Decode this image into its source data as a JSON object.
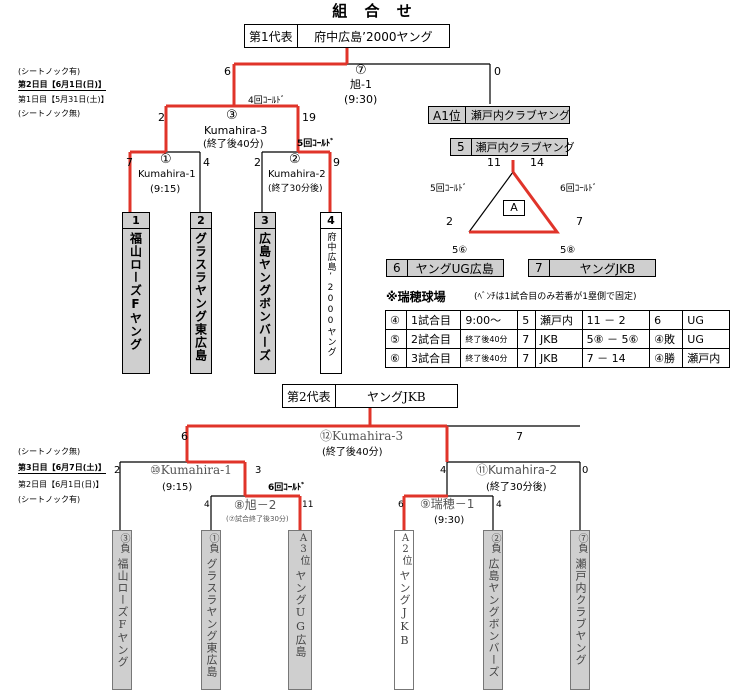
{
  "title": "組 合 せ",
  "top": {
    "rep1_label": "第1代表",
    "rep1_value": "府中広島’2000ヤング",
    "notes": [
      "(シートノック有)",
      "第2日目【6月1日(日)】",
      "第1日目【5月31日(土)】",
      "(シートノック無)"
    ],
    "g7": {
      "circle": "⑦",
      "name": "旭-1",
      "time": "(9:30)",
      "left": "6",
      "right": "0"
    },
    "g3": {
      "circle": "③",
      "name": "Kumahira-3",
      "time": "(終了後40分)",
      "left": "2",
      "right": "19",
      "note": "4回ｺｰﾙﾄﾞ"
    },
    "g1": {
      "circle": "①",
      "name": "Kumahira-1",
      "time": "(9:15)",
      "left": "7",
      "right": "4"
    },
    "g2": {
      "circle": "②",
      "name": "Kumahira-2",
      "time": "(終了30分後)",
      "left": "2",
      "right": "9",
      "note": "5回ｺｰﾙﾄﾞ"
    },
    "teams": [
      {
        "num": "1",
        "name": "福山ローズFヤング"
      },
      {
        "num": "2",
        "name": "グラスラヤング東広島"
      },
      {
        "num": "3",
        "name": "広島ヤングボンバーズ"
      },
      {
        "num": "4",
        "name": "府中広島’2000ヤング"
      }
    ],
    "a1_label": "A1位",
    "a1_value": "瀬戸内クラブヤング"
  },
  "league": {
    "top_num": "5",
    "top_team": "瀬戸内クラブヤング",
    "center": "A",
    "s_11": "11",
    "s_14": "14",
    "s_2": "2",
    "s_7": "7",
    "left_note": "5回ｺｰﾙﾄﾞ",
    "right_note": "6回ｺｰﾙﾄﾞ",
    "bl_game": "5⑥",
    "br_game": "5⑧",
    "bl_num": "6",
    "bl_team": "ヤングUG広島",
    "br_num": "7",
    "br_team": "ヤングJKB",
    "venue": "※瑞穂球場",
    "venue_note": "(ﾍﾞﾝﾁは1試合目のみ若番が1塁側で固定)",
    "rows": [
      [
        "④",
        "1試合目",
        "9:00～",
        "5",
        "瀬戸内",
        "11 － 2",
        "6",
        "UG"
      ],
      [
        "⑤",
        "2試合目",
        "終了後40分",
        "7",
        "JKB",
        "5⑧ － 5⑥",
        "④敗",
        "UG"
      ],
      [
        "⑥",
        "3試合目",
        "終了後40分",
        "7",
        "JKB",
        "7 － 14",
        "④勝",
        "瀬戸内"
      ]
    ]
  },
  "bottom": {
    "rep2_label": "第2代表",
    "rep2_value": "ヤングJKB",
    "notes": [
      "(シートノック無)",
      "第3日目【6月7日(土)】",
      "第2日目【6月1日(日)】",
      "(シートノック有)"
    ],
    "g12": {
      "name": "⑫Kumahira-3",
      "time": "(終了後40分)",
      "left": "6",
      "right": "7"
    },
    "g10": {
      "name": "⑩Kumahira-1",
      "time": "(9:15)",
      "left": "2",
      "right": "3"
    },
    "g11": {
      "name": "⑪Kumahira-2",
      "time": "(終了30分後)",
      "left": "4",
      "right": "0"
    },
    "g8": {
      "name": "⑧旭－2",
      "time": "(⑦試合終了後30分)",
      "left": "4",
      "right": "11",
      "note": "6回ｺｰﾙﾄﾞ"
    },
    "g9": {
      "name": "⑨瑞穂－1",
      "time": "(9:30)",
      "left": "6",
      "right": "4"
    },
    "teams": [
      {
        "num": "③負",
        "name": "福山ローズFヤング"
      },
      {
        "num": "①負",
        "name": "グラスラヤング東広島"
      },
      {
        "num": "A3位",
        "name": "ヤングUG広島"
      },
      {
        "num": "A2位",
        "name": "ヤングJKB"
      },
      {
        "num": "②負",
        "name": "広島ヤングボンバーズ"
      },
      {
        "num": "⑦負",
        "name": "瀬戸内クラブヤング"
      }
    ]
  },
  "colors": {
    "win_line": "#e0342a",
    "line": "#000000",
    "gray_box": "#cfcfcf"
  }
}
